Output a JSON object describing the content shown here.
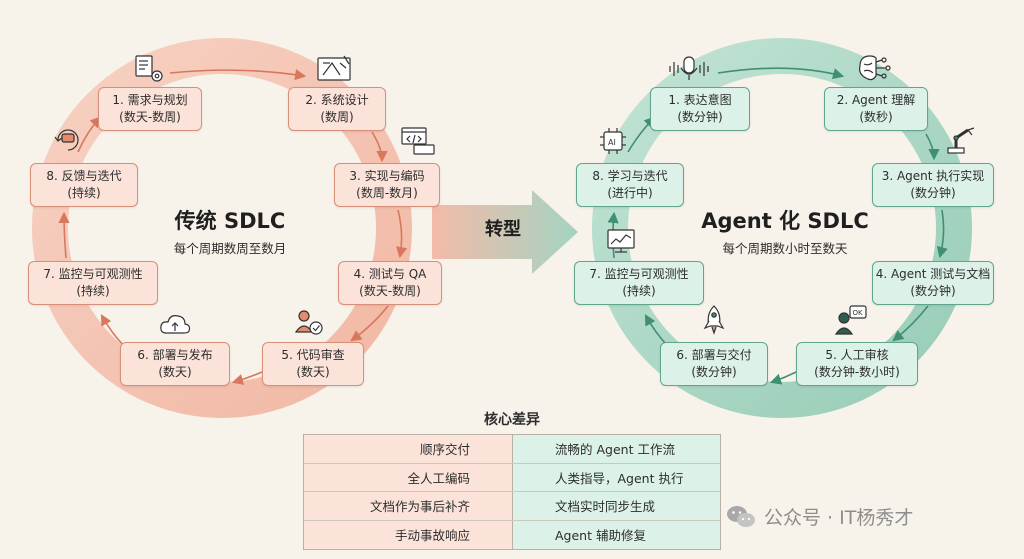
{
  "transform_label": "转型",
  "traditional": {
    "title": "传统 SDLC",
    "subtitle": "每个周期数周至数月",
    "steps": [
      {
        "label": "1. 需求与规划",
        "duration": "(数天-数周)"
      },
      {
        "label": "2. 系统设计",
        "duration": "(数周)"
      },
      {
        "label": "3. 实现与编码",
        "duration": "(数周-数月)"
      },
      {
        "label": "4. 测试与 QA",
        "duration": "(数天-数周)"
      },
      {
        "label": "5. 代码审查",
        "duration": "(数天)"
      },
      {
        "label": "6. 部署与发布",
        "duration": "(数天)"
      },
      {
        "label": "7. 监控与可观测性",
        "duration": "(持续)"
      },
      {
        "label": "8. 反馈与迭代",
        "duration": "(持续)"
      }
    ]
  },
  "agentic": {
    "title": "Agent 化 SDLC",
    "subtitle": "每个周期数小时至数天",
    "steps": [
      {
        "label": "1. 表达意图",
        "duration": "(数分钟)"
      },
      {
        "label": "2. Agent 理解",
        "duration": "(数秒)"
      },
      {
        "label": "3. Agent 执行实现",
        "duration": "(数分钟)"
      },
      {
        "label": "4. Agent 测试与文档",
        "duration": "(数分钟)"
      },
      {
        "label": "5. 人工审核",
        "duration": "(数分钟-数小时)"
      },
      {
        "label": "6. 部署与交付",
        "duration": "(数分钟)"
      },
      {
        "label": "7. 监控与可观测性",
        "duration": "(持续)"
      },
      {
        "label": "8. 学习与迭代",
        "duration": "(进行中)"
      }
    ]
  },
  "comparison": {
    "title": "核心差异",
    "rows": [
      {
        "traditional": "顺序交付",
        "agentic": "流畅的 Agent 工作流"
      },
      {
        "traditional": "全人工编码",
        "agentic": "人类指导，Agent 执行"
      },
      {
        "traditional": "文档作为事后补齐",
        "agentic": "文档实时同步生成"
      },
      {
        "traditional": "手动事故响应",
        "agentic": "Agent 辅助修复"
      }
    ]
  },
  "watermark": "公众号 · IT杨秀才",
  "colors": {
    "traditional_ring": "#f3b8a5",
    "traditional_box": "#fbe3d9",
    "agentic_ring": "#9fd2bf",
    "agentic_box": "#dcf1e8",
    "arrow_traditional": "#d9775c",
    "arrow_agentic": "#3f8f74",
    "background": "#f7f2ea"
  }
}
